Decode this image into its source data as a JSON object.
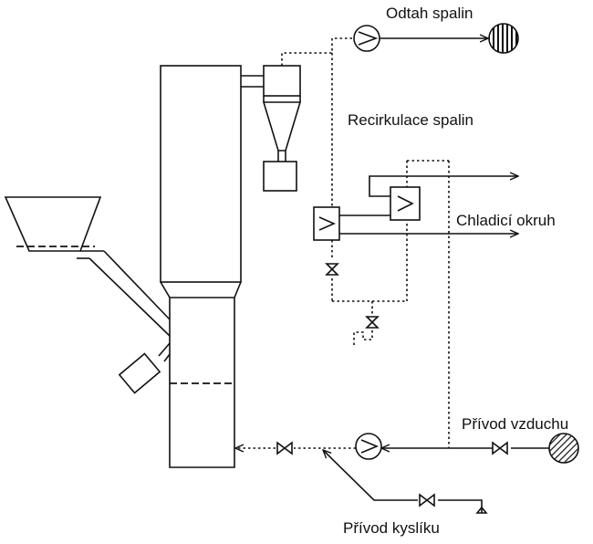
{
  "labels": {
    "flue_gas_exhaust": "Odtah spalin",
    "flue_gas_recirculation": "Recirkulace spalin",
    "cooling_circuit": "Chladicí okruh",
    "air_supply": "Přívod vzduchu",
    "oxygen_supply": "Přívod kyslíku"
  }
}
